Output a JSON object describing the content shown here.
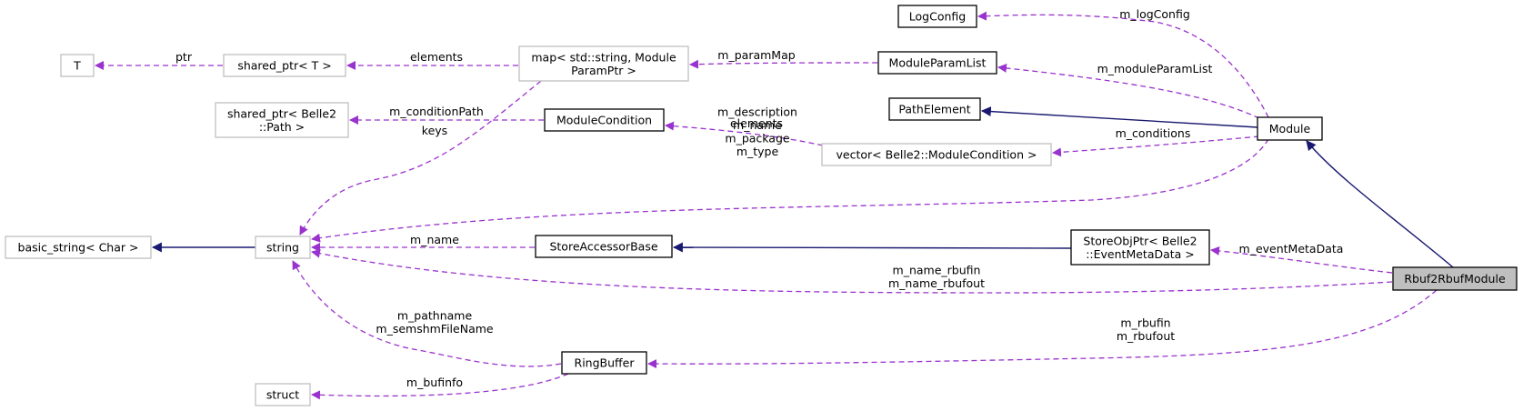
{
  "colors": {
    "documented_border": "#000000",
    "undocumented_border": "#bfbfbf",
    "focus_fill": "#bfbfbf",
    "inheritance_edge": "#191970",
    "usage_edge": "#9a32cd"
  },
  "nodes": [
    {
      "id": "log-config",
      "lines": [
        "LogConfig"
      ],
      "style": "documented"
    },
    {
      "id": "module-param-list",
      "lines": [
        "ModuleParamList"
      ],
      "style": "documented"
    },
    {
      "id": "path-element",
      "lines": [
        "PathElement"
      ],
      "style": "documented"
    },
    {
      "id": "module",
      "lines": [
        "Module"
      ],
      "style": "documented"
    },
    {
      "id": "module-condition",
      "lines": [
        "ModuleCondition"
      ],
      "style": "documented"
    },
    {
      "id": "vector-module-condition",
      "lines": [
        "vector< Belle2::ModuleCondition >"
      ],
      "style": "undocumented"
    },
    {
      "id": "map-param",
      "lines": [
        "map< std::string, Module",
        "ParamPtr >"
      ],
      "style": "undocumented"
    },
    {
      "id": "shared-ptr-t",
      "lines": [
        "shared_ptr< T >"
      ],
      "style": "undocumented"
    },
    {
      "id": "t",
      "lines": [
        "T"
      ],
      "style": "undocumented"
    },
    {
      "id": "shared-ptr-path",
      "lines": [
        "shared_ptr< Belle2",
        "::Path >"
      ],
      "style": "undocumented"
    },
    {
      "id": "basic-string",
      "lines": [
        "basic_string< Char >"
      ],
      "style": "undocumented"
    },
    {
      "id": "string",
      "lines": [
        "string"
      ],
      "style": "undocumented"
    },
    {
      "id": "store-accessor-base",
      "lines": [
        "StoreAccessorBase"
      ],
      "style": "documented"
    },
    {
      "id": "store-obj-ptr",
      "lines": [
        "StoreObjPtr< Belle2",
        "::EventMetaData >"
      ],
      "style": "documented"
    },
    {
      "id": "rbuf2rbuf-module",
      "lines": [
        "Rbuf2RbufModule"
      ],
      "style": "focus"
    },
    {
      "id": "ring-buffer",
      "lines": [
        "RingBuffer"
      ],
      "style": "documented"
    },
    {
      "id": "struct",
      "lines": [
        "struct"
      ],
      "style": "undocumented"
    }
  ],
  "edges": [
    {
      "id": "module-to-log-config",
      "kind": "usage",
      "label": [
        "m_logConfig"
      ]
    },
    {
      "id": "module-to-module-param-list",
      "kind": "usage",
      "label": [
        "m_moduleParamList"
      ]
    },
    {
      "id": "module-to-path-element",
      "kind": "inheritance",
      "label": []
    },
    {
      "id": "module-to-vector",
      "kind": "usage",
      "label": [
        "m_conditions"
      ]
    },
    {
      "id": "vector-to-module-condition",
      "kind": "usage",
      "label": [
        "elements"
      ]
    },
    {
      "id": "module-param-list-to-map",
      "kind": "usage",
      "label": [
        "m_paramMap"
      ]
    },
    {
      "id": "map-to-shared-ptr-t",
      "kind": "usage",
      "label": [
        "elements"
      ]
    },
    {
      "id": "shared-ptr-t-to-t",
      "kind": "usage",
      "label": [
        "ptr"
      ]
    },
    {
      "id": "module-condition-to-shared-ptr-path",
      "kind": "usage",
      "label": [
        "m_conditionPath"
      ]
    },
    {
      "id": "map-to-string",
      "kind": "usage",
      "label": [
        "keys"
      ]
    },
    {
      "id": "module-to-string",
      "kind": "usage",
      "label": [
        "m_description",
        "m_name",
        "m_package",
        "m_type"
      ]
    },
    {
      "id": "string-to-basic-string",
      "kind": "inheritance",
      "label": []
    },
    {
      "id": "store-accessor-base-to-string",
      "kind": "usage",
      "label": [
        "m_name"
      ]
    },
    {
      "id": "store-obj-ptr-to-store-accessor-base",
      "kind": "inheritance",
      "label": []
    },
    {
      "id": "rbuf2rbuf-to-module",
      "kind": "inheritance",
      "label": []
    },
    {
      "id": "rbuf2rbuf-to-store-obj-ptr",
      "kind": "usage",
      "label": [
        "m_eventMetaData"
      ]
    },
    {
      "id": "rbuf2rbuf-to-string",
      "kind": "usage",
      "label": [
        "m_name_rbufin",
        "m_name_rbufout"
      ]
    },
    {
      "id": "rbuf2rbuf-to-ring-buffer",
      "kind": "usage",
      "label": [
        "m_rbufin",
        "m_rbufout"
      ]
    },
    {
      "id": "ring-buffer-to-string",
      "kind": "usage",
      "label": [
        "m_pathname",
        "m_semshmFileName"
      ]
    },
    {
      "id": "ring-buffer-to-struct",
      "kind": "usage",
      "label": [
        "m_bufinfo"
      ]
    }
  ]
}
